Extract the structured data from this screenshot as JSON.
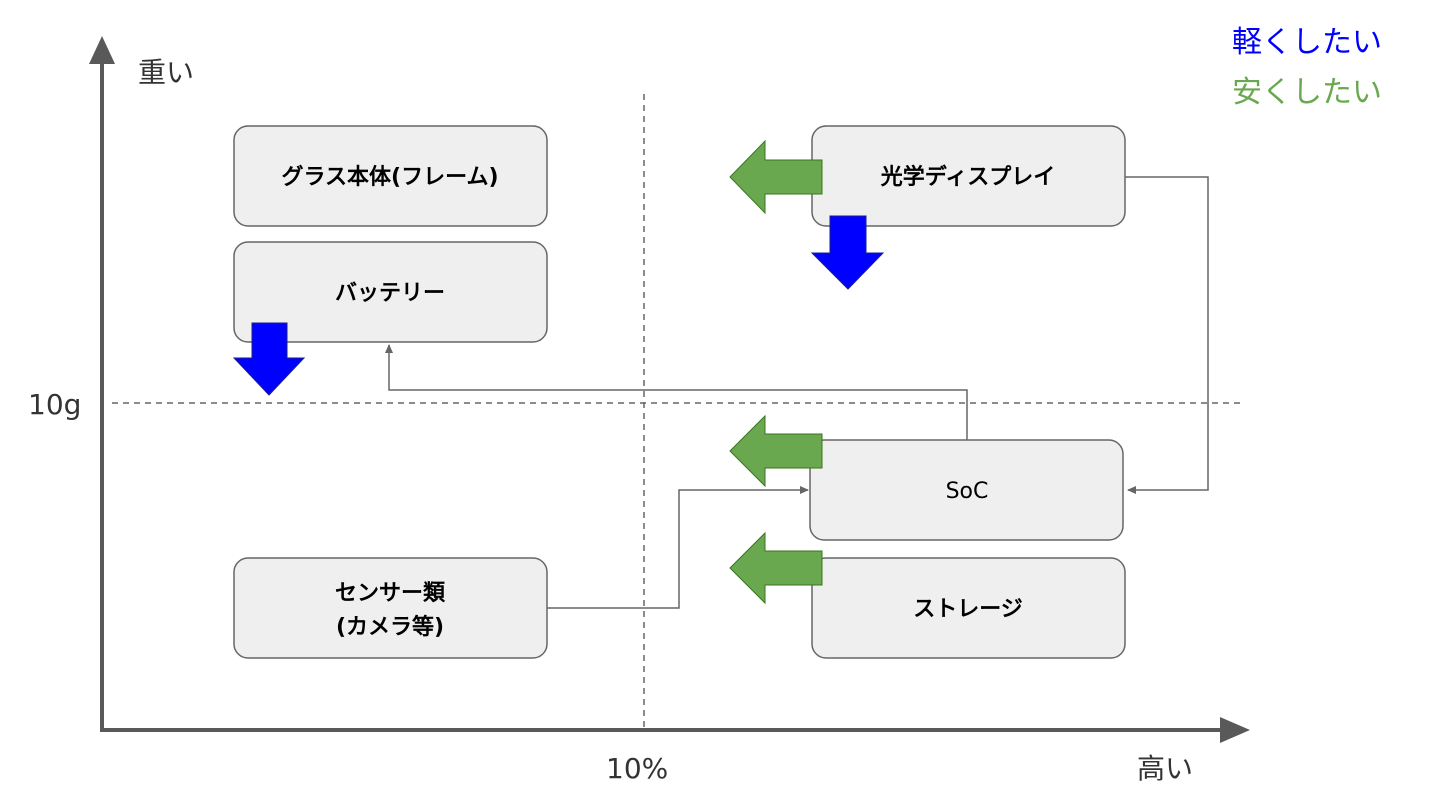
{
  "axes": {
    "y_label": "重い",
    "x_label": "高い",
    "y_threshold": "10g",
    "x_threshold": "10%"
  },
  "legend": [
    {
      "label": "軽くしたい",
      "color": "#0000ff"
    },
    {
      "label": "安くしたい",
      "color": "#6aa84f"
    }
  ],
  "components": [
    {
      "id": "frame",
      "label": "グラス本体(フレーム)"
    },
    {
      "id": "battery",
      "label": "バッテリー"
    },
    {
      "id": "display",
      "label": "光学ディスプレイ"
    },
    {
      "id": "soc",
      "label": "SoC"
    },
    {
      "id": "sensors",
      "label_line1": "センサー類",
      "label_line2": "(カメラ等)"
    },
    {
      "id": "storage",
      "label": "ストレージ"
    }
  ],
  "colors": {
    "box_fill": "#efefef",
    "box_stroke": "#666666",
    "axis": "#595959",
    "lighter_arrow": "#0000ff",
    "cheaper_arrow": "#6aa84f"
  }
}
